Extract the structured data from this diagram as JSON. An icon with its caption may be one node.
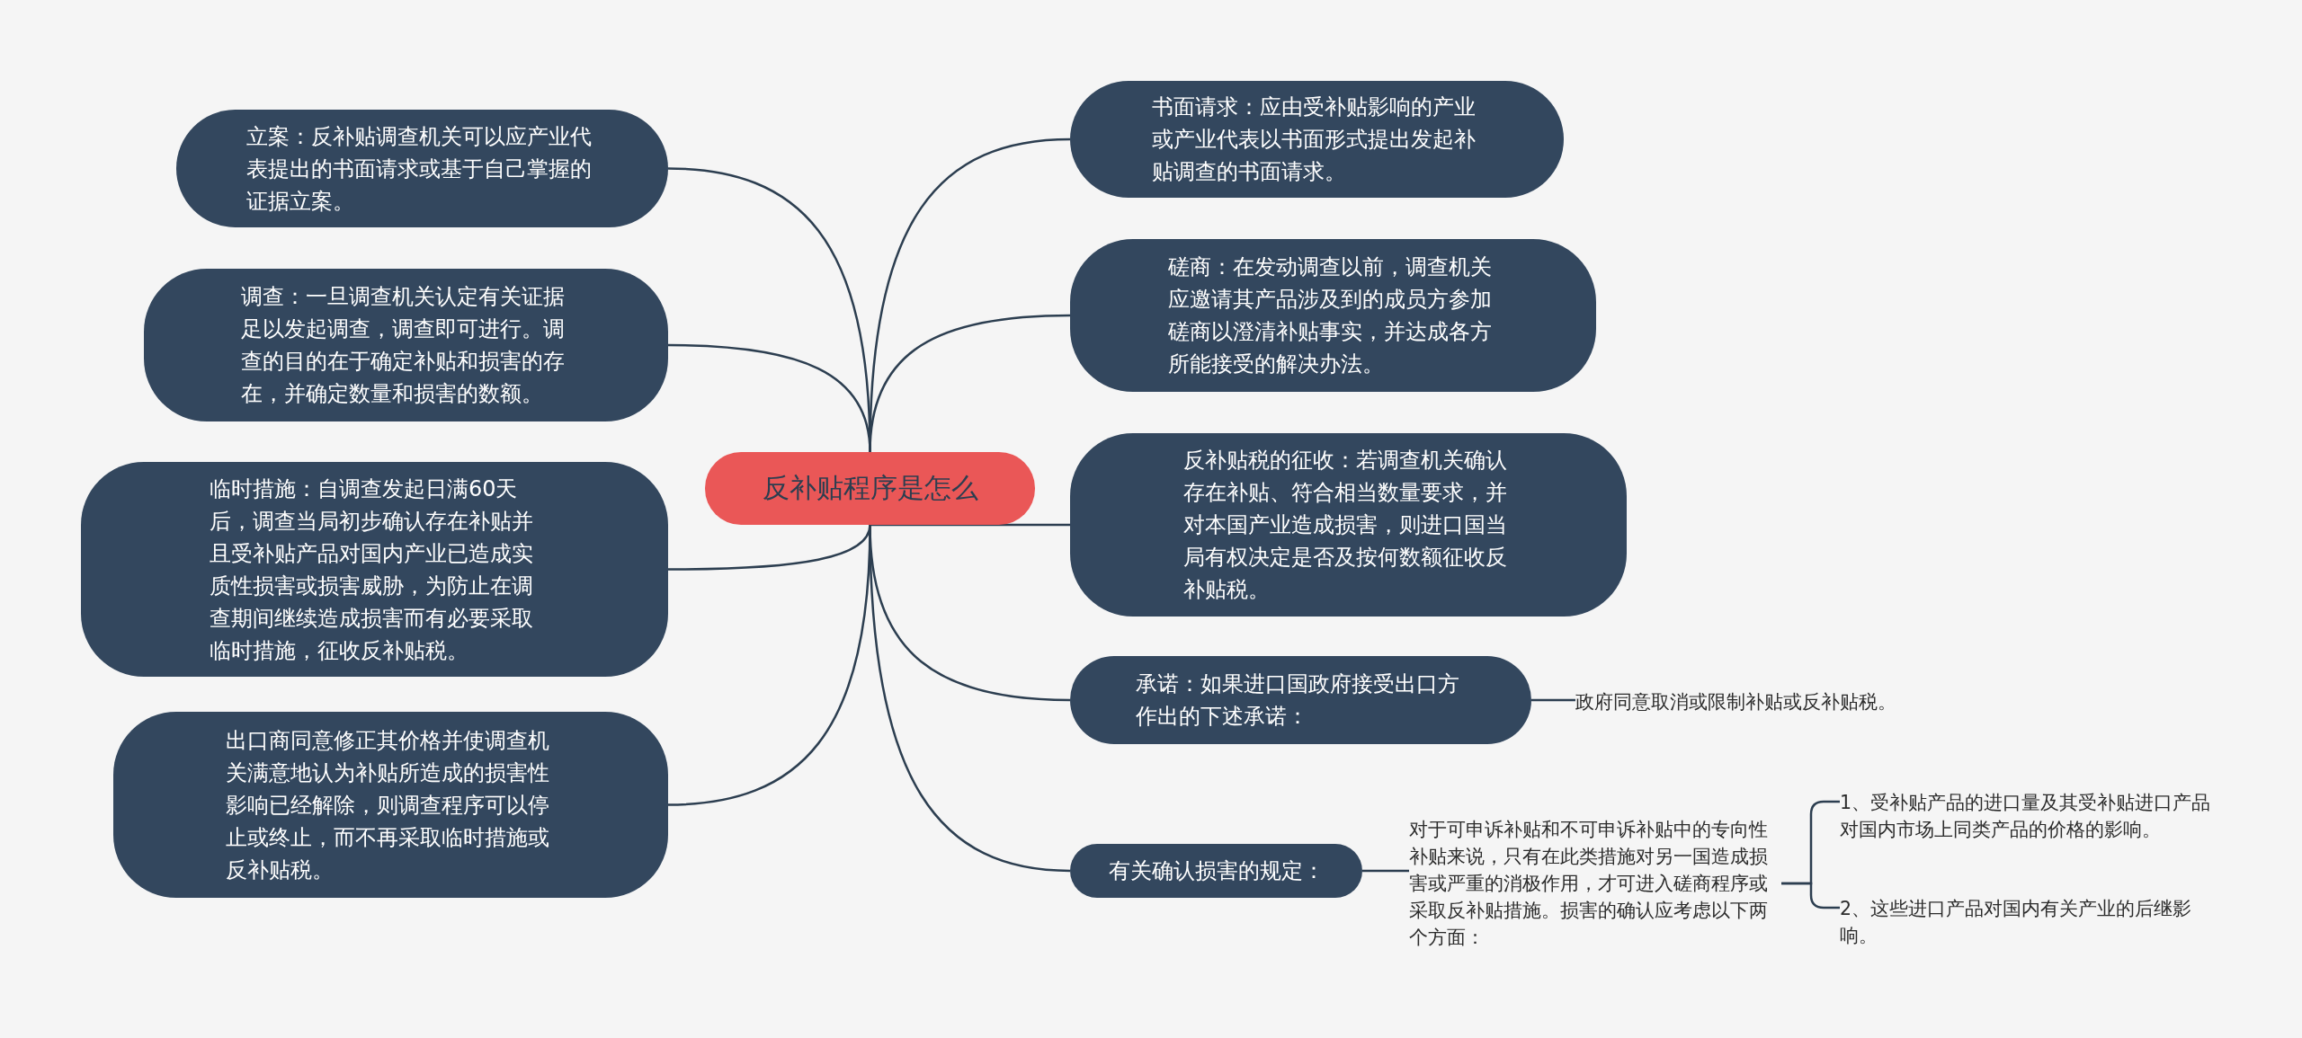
{
  "diagram": {
    "nodes": [
      {
        "text": [
          "反补贴程序是怎么"
        ]
      },
      {
        "text": [
          "立案：反补贴调查机关可以应产业代表提出的书面请求或基于自己掌握的证据立案。"
        ]
      },
      {
        "text": [
          "调查：一旦调查机关认定有关证据足以发起调查，调查即可进行。调查的目的在于确定补贴和损害的存在，并确定数量和损害的数额。"
        ]
      },
      {
        "text": [
          "临时措施：自调查发起日满60天后，调查当局初步确认存在补贴并且受补贴产品对国内产业已造成实质性损害或损害威胁，为防止在调查期间继续造成损害而有必要采取临时措施，征收反补贴税。"
        ]
      },
      {
        "text": [
          "出口商同意修正其价格并使调查机关满意地认为补贴所造成的损害性影响已经解除，则调查程序可以停止或终止，而不再采取临时措施或反补贴税。"
        ]
      },
      {
        "text": [
          "书面请求：应由受补贴影响的产业或产业代表以书面形式提出发起补贴调查的书面请求。"
        ]
      },
      {
        "text": [
          "磋商：在发动调查以前，调查机关应邀请其产品涉及到的成员方参加磋商以澄清补贴事实，并达成各方所能接受的解决办法。"
        ]
      },
      {
        "text": [
          "反补贴税的征收：若调查机关确认存在补贴、符合相当数量要求，并对本国产业造成损害，则进口国当局有权决定是否及按何数额征收反补贴税。"
        ]
      },
      {
        "text": [
          "承诺：如果进口国政府接受出口方作出的下述承诺："
        ]
      },
      {
        "text": [
          "有关确认损害的规定："
        ]
      },
      {
        "text": [
          "政府同意取消或限制补贴或反补贴税。"
        ]
      },
      {
        "text": [
          "对于可申诉补贴和不可申诉补贴中的专向性补贴来说，只有在此类措施对另一国造成损害或严重的消极作用，才可进入磋商程序或采取反补贴措施。损害的确认应考虑以下两个方面："
        ]
      },
      {
        "text": [
          "1、受补贴产品的进口量及其受补贴进口产品对国内市场上同类产品的价格的影响。"
        ]
      },
      {
        "text": [
          "2、这些进口产品对国内有关产业的后继影响。"
        ]
      }
    ],
    "edges": [
      {
        "from": 0,
        "to": 1,
        "arrow": "none"
      },
      {
        "from": 0,
        "to": 2,
        "arrow": "none"
      },
      {
        "from": 0,
        "to": 3,
        "arrow": "none"
      },
      {
        "from": 0,
        "to": 4,
        "arrow": "none"
      },
      {
        "from": 0,
        "to": 5,
        "arrow": "none"
      },
      {
        "from": 0,
        "to": 6,
        "arrow": "none"
      },
      {
        "from": 0,
        "to": 7,
        "arrow": "none"
      },
      {
        "from": 0,
        "to": 8,
        "arrow": "none"
      },
      {
        "from": 0,
        "to": 9,
        "arrow": "none"
      },
      {
        "from": 8,
        "to": 10,
        "arrow": "none"
      },
      {
        "from": 9,
        "to": 11,
        "arrow": "none"
      },
      {
        "from": 11,
        "to": 12,
        "arrow": "none"
      },
      {
        "from": 11,
        "to": 13,
        "arrow": "none"
      }
    ]
  }
}
